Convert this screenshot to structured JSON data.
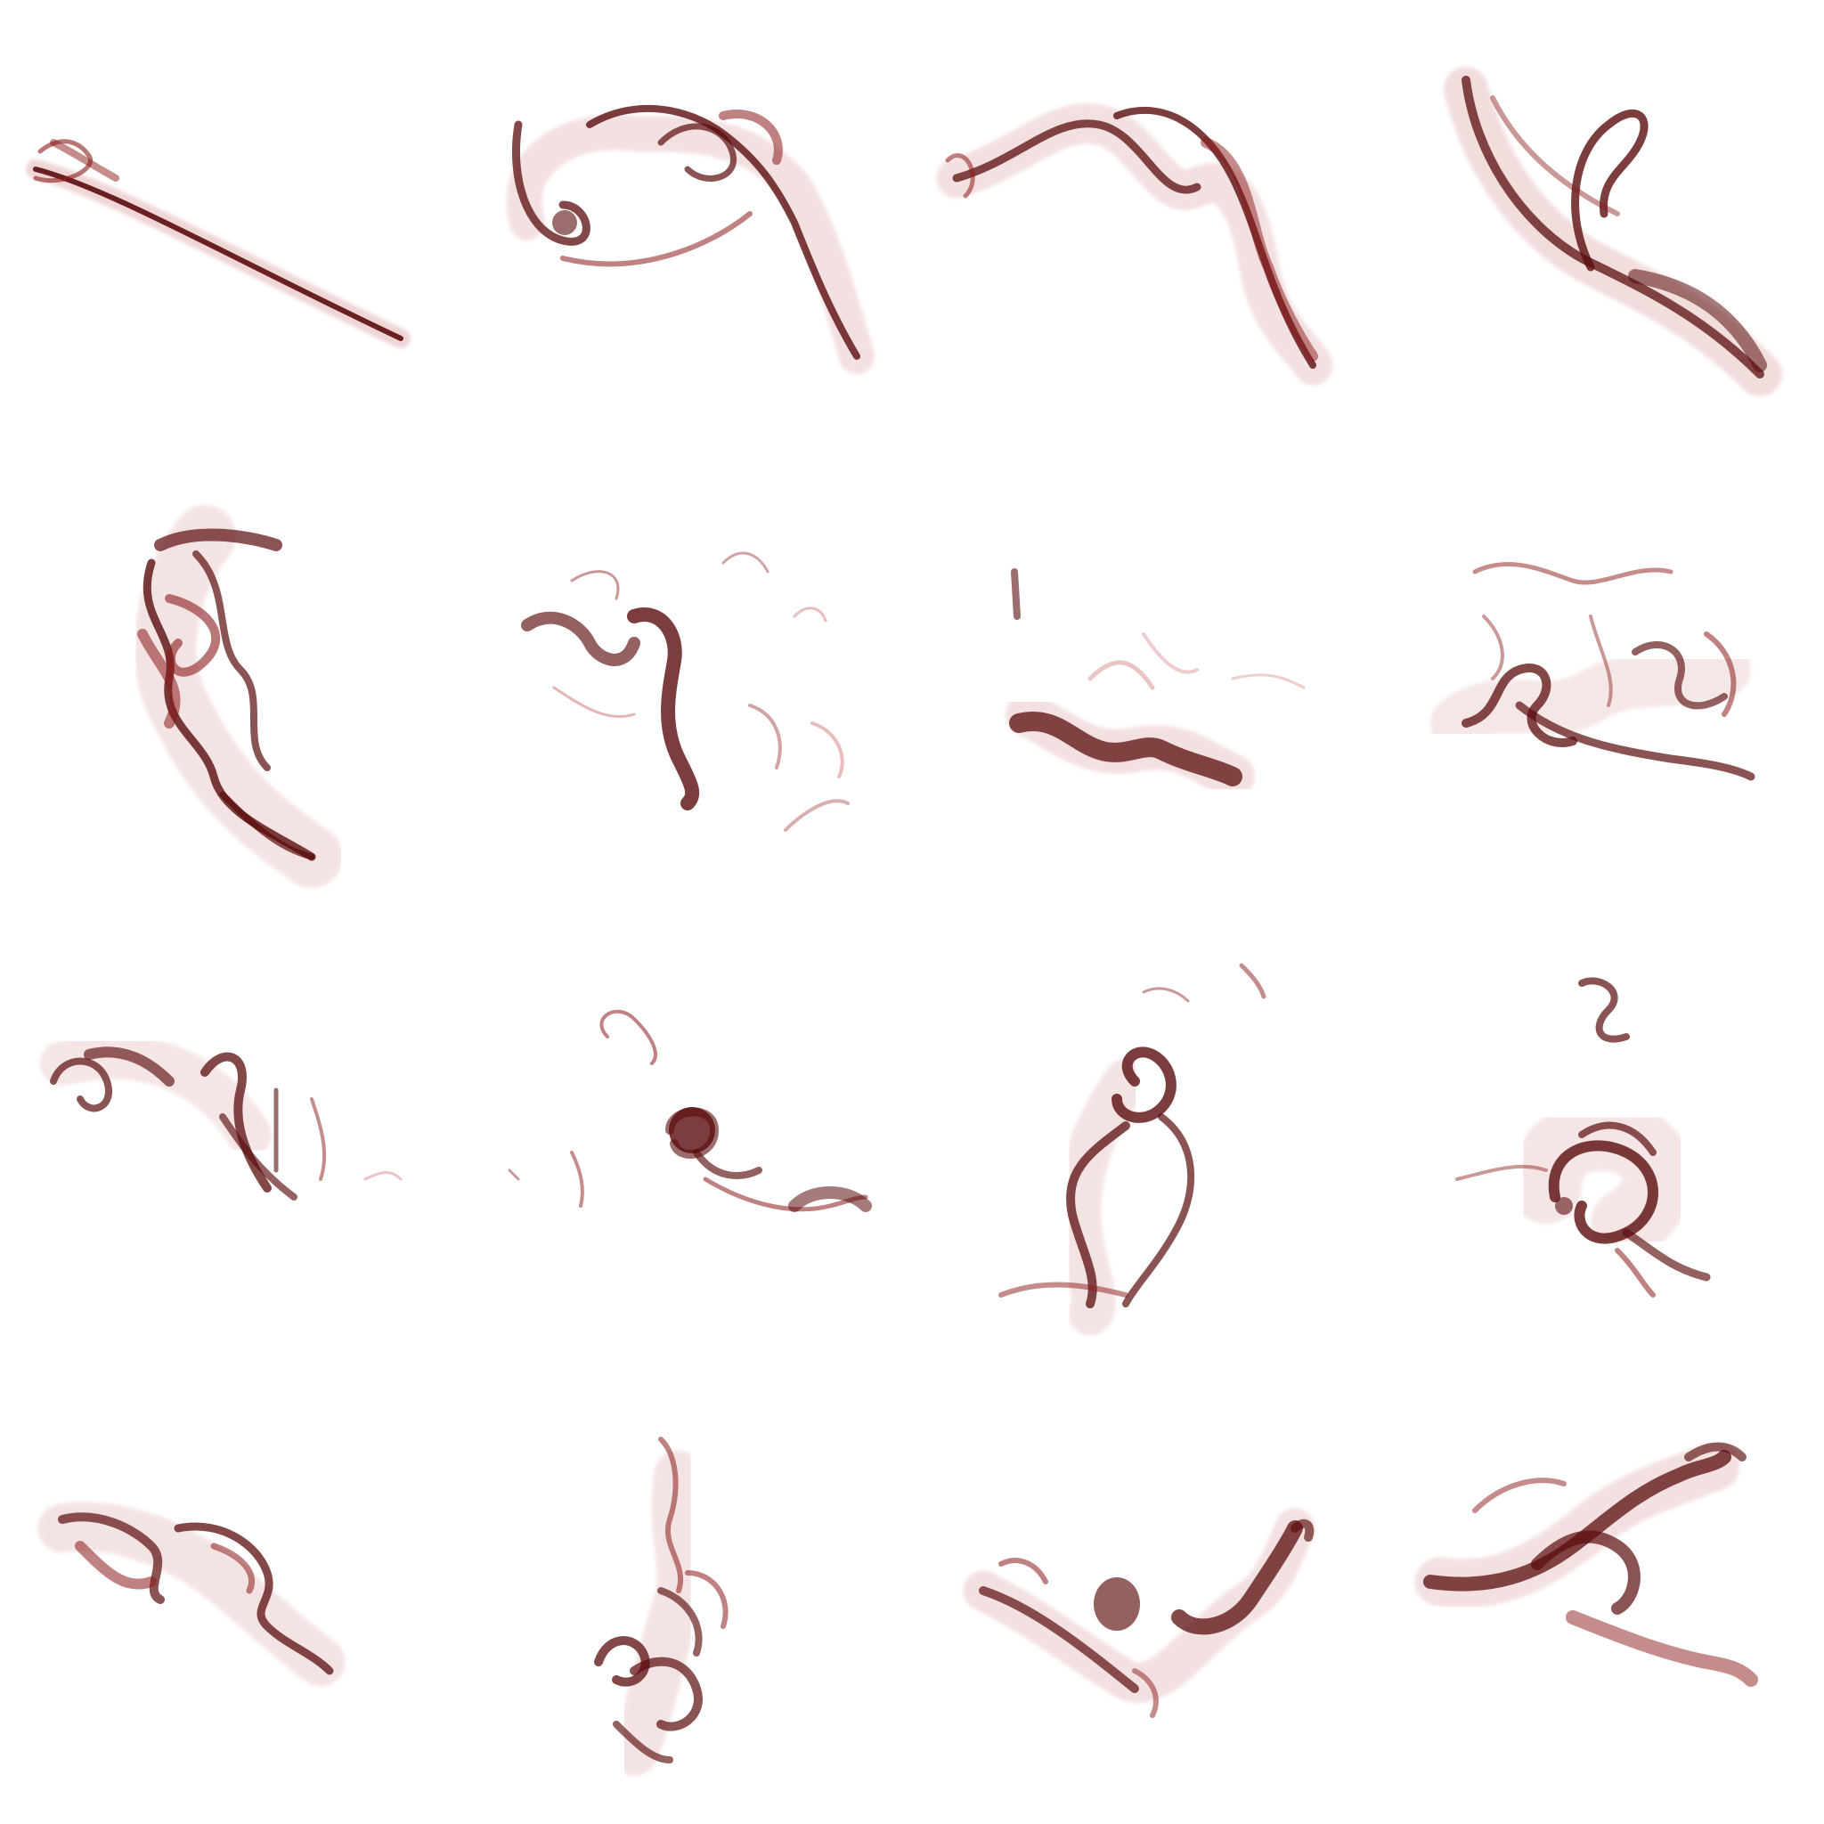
{
  "palette": {
    "background": "#ffffff",
    "smoke_dark": "#5a0c0c",
    "smoke_mid": "#8b1a1a",
    "smoke_light": "#c25a5a"
  },
  "grid": {
    "rows": 4,
    "columns": 4
  },
  "brushes": [
    {
      "name": "thin-diagonal-streak"
    },
    {
      "name": "billowing-curl-sweep"
    },
    {
      "name": "twisting-diagonal-ribbon"
    },
    {
      "name": "curved-hook-plume"
    },
    {
      "name": "dense-vertical-column"
    },
    {
      "name": "scattered-wisps-ribbon"
    },
    {
      "name": "low-folded-ribbon"
    },
    {
      "name": "tangled-web-cluster"
    },
    {
      "name": "broken-curling-fragments"
    },
    {
      "name": "spiral-knot-tail"
    },
    {
      "name": "looping-tall-twist"
    },
    {
      "name": "dense-round-swirl"
    },
    {
      "name": "wavy-horizontal-drift"
    },
    {
      "name": "rising-tangled-plume"
    },
    {
      "name": "ribbon-with-ring"
    },
    {
      "name": "angular-folded-ribbon"
    }
  ]
}
